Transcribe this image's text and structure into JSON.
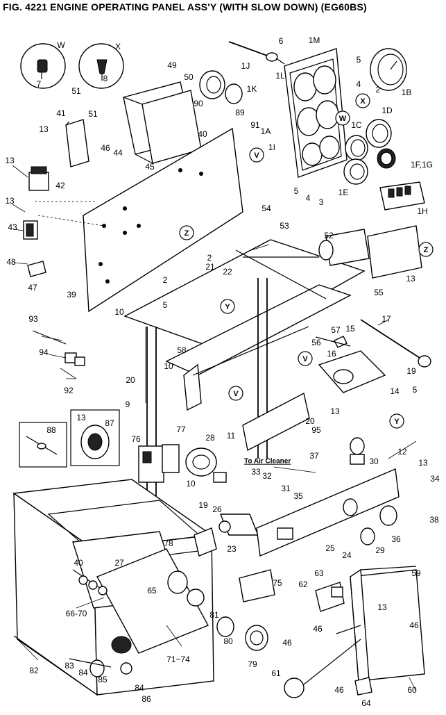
{
  "title": "FIG. 4221  ENGINE OPERATING PANEL ASS'Y (WITH SLOW DOWN) (EG60BS)",
  "callouts": [
    "1A",
    "1B",
    "1C",
    "1D",
    "1E",
    "1F,1G",
    "1H",
    "1I",
    "1J",
    "1K",
    "1L",
    "1M",
    "2",
    "3",
    "4",
    "5",
    "6",
    "7",
    "8",
    "9",
    "10",
    "11",
    "12",
    "13",
    "14",
    "15",
    "16",
    "17",
    "19",
    "20",
    "21",
    "22",
    "23",
    "24",
    "25",
    "26",
    "27",
    "28",
    "29",
    "30",
    "31",
    "32",
    "33",
    "34",
    "35",
    "36",
    "37",
    "38",
    "39",
    "40",
    "41",
    "42",
    "43",
    "44",
    "45",
    "46",
    "47",
    "48",
    "49",
    "50",
    "51",
    "52",
    "53",
    "54",
    "55",
    "56",
    "57",
    "58",
    "59",
    "60",
    "61",
    "62",
    "63",
    "64",
    "65",
    "66-70",
    "71~74",
    "75",
    "76",
    "77",
    "78",
    "79",
    "80",
    "81",
    "82",
    "83",
    "84",
    "85",
    "86",
    "87",
    "88",
    "89",
    "90",
    "91",
    "92",
    "93",
    "94",
    "95"
  ],
  "reference_marks": [
    "W",
    "X",
    "Y",
    "Z",
    "V"
  ],
  "note": "To Air Cleaner"
}
